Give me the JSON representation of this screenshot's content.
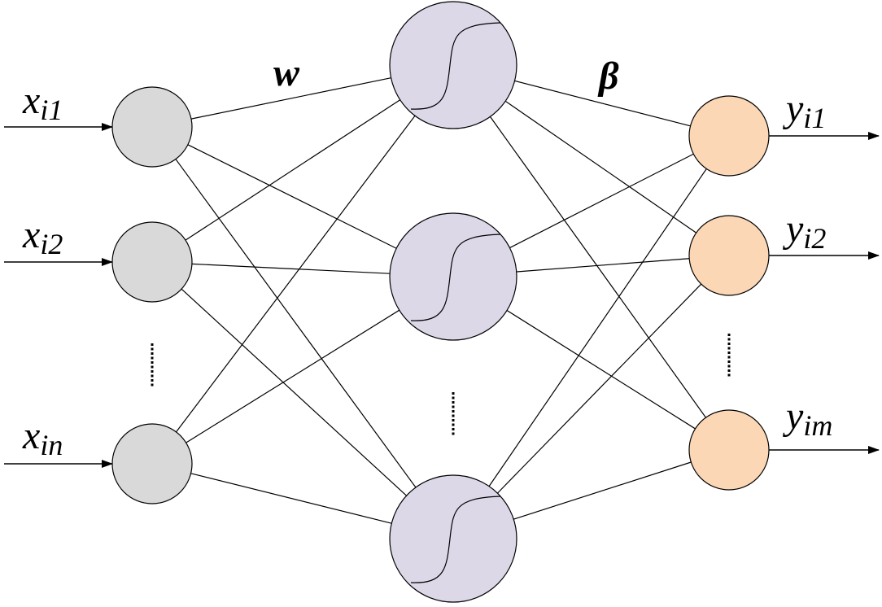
{
  "colors": {
    "input_node": "#d9d9d9",
    "hidden_node": "#ddd8e8",
    "output_node": "#fbd7b5",
    "edge": "#000000"
  },
  "icons": {
    "hidden_activation": "sigmoid-curve-icon",
    "ellipsis": "vertical-dots-icon"
  },
  "weights": {
    "input_hidden": "w",
    "hidden_output": "β"
  },
  "inputs": [
    {
      "base": "x",
      "sub": "i1"
    },
    {
      "base": "x",
      "sub": "i2"
    },
    {
      "base": "x",
      "sub": "in"
    }
  ],
  "outputs": [
    {
      "base": "y",
      "sub": "i1"
    },
    {
      "base": "y",
      "sub": "i2"
    },
    {
      "base": "y",
      "sub": "im"
    }
  ]
}
